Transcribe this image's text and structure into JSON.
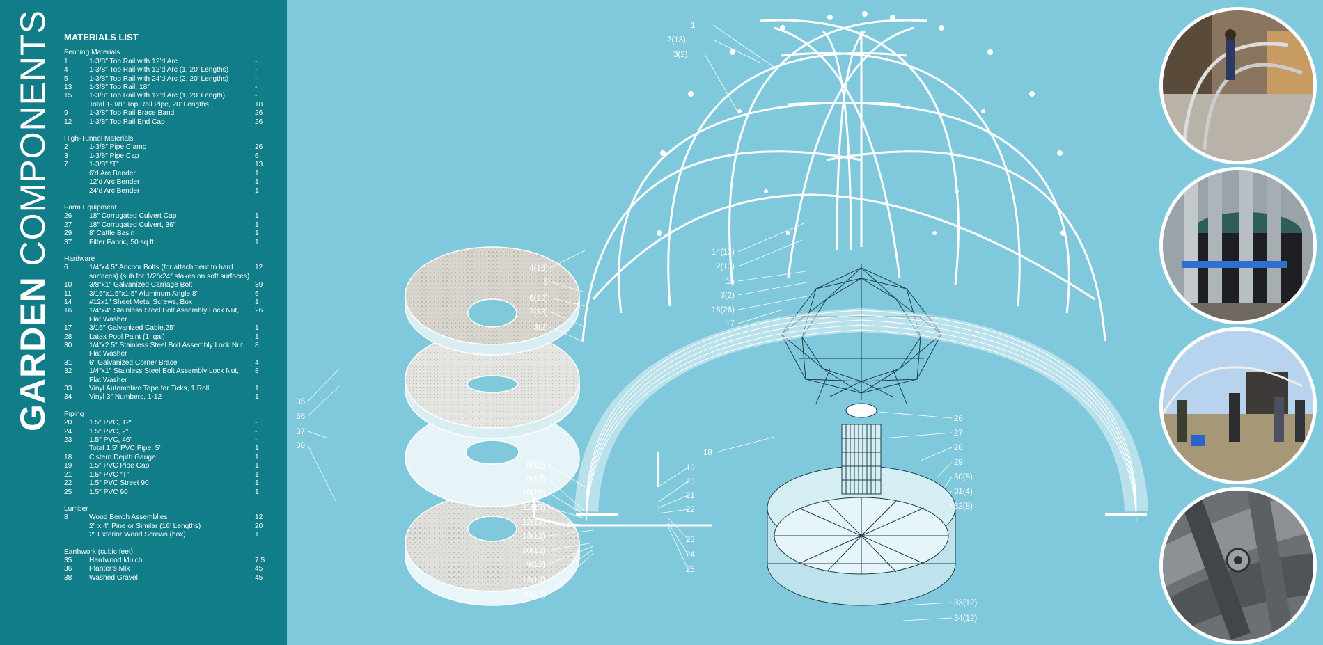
{
  "title": {
    "bold": "GARDEN",
    "light": " COMPONENTS"
  },
  "materials": {
    "heading": "MATERIALS LIST",
    "sections": [
      {
        "title": "Fencing Materials",
        "rows": [
          {
            "num": "1",
            "desc": "1-3/8″ Top Rail with 12’d Arc",
            "qty": "-"
          },
          {
            "num": "4",
            "desc": "1-3/8″ Top Rail with 12’d Arc (1, 20’ Lengths)",
            "qty": "-"
          },
          {
            "num": "5",
            "desc": "1-3/8″ Top Rail with 24’d Arc (2, 20’ Lengths)",
            "qty": "-"
          },
          {
            "num": "13",
            "desc": "1-3/8″ Top Rail, 18″",
            "qty": "-"
          },
          {
            "num": "15",
            "desc": "1-3/8″ Top Rail with 12’d Arc (1, 20’ Length)",
            "qty": "-"
          },
          {
            "num": "",
            "desc": "Total 1-3/8″ Top Rail Pipe, 20’ Lengths",
            "qty": "18"
          },
          {
            "num": "9",
            "desc": "1-3/8″ Top Rail Brace Band",
            "qty": "26"
          },
          {
            "num": "12",
            "desc": "1-3/8″ Top Rail End Cap",
            "qty": "26"
          }
        ]
      },
      {
        "title": "High-Tunnel Materials",
        "rows": [
          {
            "num": "2",
            "desc": "1-3/8″ Pipe Clamp",
            "qty": "26"
          },
          {
            "num": "3",
            "desc": "1-3/8″ Pipe  Cap",
            "qty": "6"
          },
          {
            "num": "7",
            "desc": "1-3/8″ “T”",
            "qty": "13"
          },
          {
            "num": "",
            "desc": "6’d Arc Bender",
            "qty": "1"
          },
          {
            "num": "",
            "desc": "12’d Arc Bender",
            "qty": "1"
          },
          {
            "num": "",
            "desc": "24’d Arc Bender",
            "qty": "1"
          }
        ]
      },
      {
        "title": "Farm Equipment",
        "rows": [
          {
            "num": "26",
            "desc": "18″ Corrugated Culvert Cap",
            "qty": "1"
          },
          {
            "num": "27",
            "desc": "18″ Corrugated Culvert, 36″",
            "qty": "1"
          },
          {
            "num": "29",
            "desc": "8’ Cattle Basin",
            "qty": "1"
          },
          {
            "num": "37",
            "desc": "Filter Fabric, 50 sq.ft.",
            "qty": "1"
          }
        ]
      },
      {
        "title": "Hardware",
        "rows": [
          {
            "num": "6",
            "desc": "1/4″x4.5″ Anchor Bolts (for attachment to hard surfaces) (sub for 1/2″x24″ stakes on soft surfaces)",
            "qty": "12"
          },
          {
            "num": "10",
            "desc": "3/8″x1″ Galvanized Carriage Bolt",
            "qty": "39"
          },
          {
            "num": "11",
            "desc": "3/16″x1.5″x1.5″ Aluminum Angle,8’",
            "qty": "6"
          },
          {
            "num": "14",
            "desc": "#12x1″ Sheet Metal Screws, Box",
            "qty": "1"
          },
          {
            "num": "16",
            "desc": "1/4″x4″ Stainless Steel Bolt Assembly Lock Nut, Flat Washer",
            "qty": "26"
          },
          {
            "num": "17",
            "desc": "3/16″ Galvanized Cable,25’",
            "qty": "1"
          },
          {
            "num": "28",
            "desc": "Latex Pool Paint (1, gal)",
            "qty": "1"
          },
          {
            "num": "30",
            "desc": "1/4″x2.5″ Stainless Steel Bolt Assembly Lock Nut, Flat Washer",
            "qty": "8"
          },
          {
            "num": "31",
            "desc": "6″ Galvanized Corner Brace",
            "qty": "4"
          },
          {
            "num": "32",
            "desc": "1/4″x1″ Stainless Steel Bolt Assembly Lock Nut, Flat Washer",
            "qty": "8"
          },
          {
            "num": "33",
            "desc": "Vinyl Automotive Tape for Ticks, 1 Roll",
            "qty": "1"
          },
          {
            "num": "34",
            "desc": "Vinyl 3″ Numbers, 1-12",
            "qty": "1"
          }
        ]
      },
      {
        "title": "Piping",
        "rows": [
          {
            "num": "20",
            "desc": "1.5″ PVC, 12″",
            "qty": "-"
          },
          {
            "num": "24",
            "desc": "1.5″ PVC, 2″",
            "qty": "-"
          },
          {
            "num": "23",
            "desc": "1.5″ PVC, 46″",
            "qty": "-"
          },
          {
            "num": "",
            "desc": "Total 1.5″ PVC Pipe, 5’",
            "qty": "1"
          },
          {
            "num": "18",
            "desc": "Cistern Depth Gauge",
            "qty": "1"
          },
          {
            "num": "19",
            "desc": "1.5″ PVC Pipe Cap",
            "qty": "1"
          },
          {
            "num": "21",
            "desc": "1.5″ PVC “T”",
            "qty": "1"
          },
          {
            "num": "22",
            "desc": "1.5″ PVC Street 90",
            "qty": "1"
          },
          {
            "num": "25",
            "desc": "1.5″ PVC 90",
            "qty": "1"
          }
        ]
      },
      {
        "title": "Lumber",
        "rows": [
          {
            "num": "8",
            "desc": "Wood Bench Assemblies",
            "qty": "12"
          },
          {
            "num": "",
            "desc": "2″ x 4″ Pine or Similar (16’ Lengths)",
            "qty": "20"
          },
          {
            "num": "",
            "desc": "2″ Exterior Wood Screws (box)",
            "qty": "1"
          }
        ]
      },
      {
        "title": "Earthwork (cubic feet)",
        "rows": [
          {
            "num": "35",
            "desc": "Hardwood Mulch",
            "qty": "7.5"
          },
          {
            "num": "36",
            "desc": "Planter’s Mix",
            "qty": "45"
          },
          {
            "num": "38",
            "desc": "Washed Gravel",
            "qty": "45"
          }
        ]
      }
    ]
  },
  "callouts": {
    "top": [
      "1",
      "2(13)",
      "3(2)"
    ],
    "left_arch": [
      "4(13)",
      "5",
      "6(12)",
      "7(13)",
      "3(2)"
    ],
    "center": [
      "14(13)",
      "2(13)",
      "15",
      "3(2)",
      "16(26)",
      "17"
    ],
    "discs": [
      "35",
      "36",
      "37",
      "38"
    ],
    "bench": [
      "8(12)",
      "9(13)",
      "10(13)",
      "11(13)",
      "12(13)",
      "13(13)",
      "10(13)",
      "9(13)",
      "12(13)",
      "10(13)"
    ],
    "pipe": [
      "18",
      "19",
      "20",
      "21",
      "22",
      "23",
      "24",
      "25"
    ],
    "basin": [
      "26",
      "27",
      "28",
      "29",
      "30(8)",
      "31(4)",
      "32(8)",
      "33(12)",
      "34(12)"
    ]
  },
  "colors": {
    "sidebar": "#107d88",
    "background": "#80c8dc",
    "line": "#ffffff"
  },
  "photos": [
    {
      "icon": "welding-photo"
    },
    {
      "icon": "pipes-basin-photo"
    },
    {
      "icon": "people-garden-photo"
    },
    {
      "icon": "bolt-closeup-photo"
    }
  ]
}
